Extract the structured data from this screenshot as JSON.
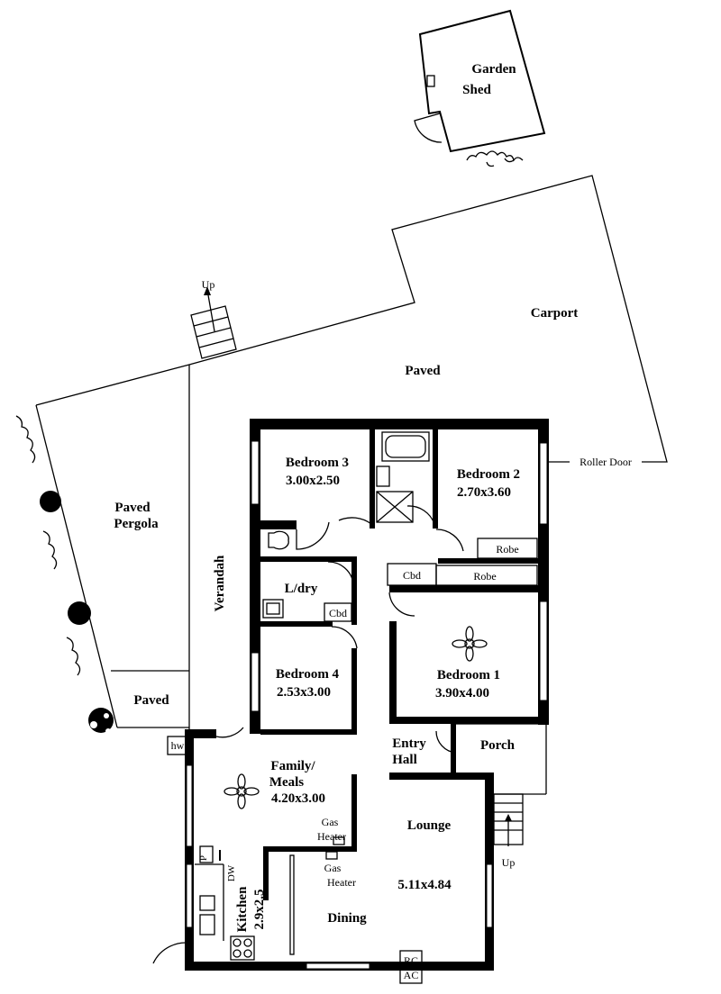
{
  "rooms": {
    "garden_shed": [
      "Garden",
      "Shed"
    ],
    "carport": "Carport",
    "paved_top": "Paved",
    "paved_pergola": [
      "Paved",
      "Pergola"
    ],
    "paved_small": "Paved",
    "verandah": "Verandah",
    "bedroom3": {
      "name": "Bedroom 3",
      "size": "3.00x2.50"
    },
    "bedroom2": {
      "name": "Bedroom 2",
      "size": "2.70x3.60"
    },
    "bedroom1": {
      "name": "Bedroom 1",
      "size": "3.90x4.00"
    },
    "bedroom4": {
      "name": "Bedroom 4",
      "size": "2.53x3.00"
    },
    "laundry": "L/dry",
    "family": {
      "name": [
        "Family/",
        "Meals"
      ],
      "size": "4.20x3.00"
    },
    "kitchen": {
      "name": "Kitchen",
      "size": "2.9x2.5"
    },
    "dining": "Dining",
    "lounge": {
      "name": "Lounge",
      "size": "5.11x4.84"
    },
    "entry": [
      "Entry",
      "Hall"
    ],
    "porch": "Porch"
  },
  "fixtures": {
    "robe": "Robe",
    "cbd": "Cbd",
    "roller_door": "Roller Door",
    "up": "Up",
    "hw": "hw",
    "p": "P",
    "dw": "DW",
    "gas_heater": [
      "Gas",
      "Heater"
    ],
    "rc": "RC",
    "ac": "AC"
  }
}
